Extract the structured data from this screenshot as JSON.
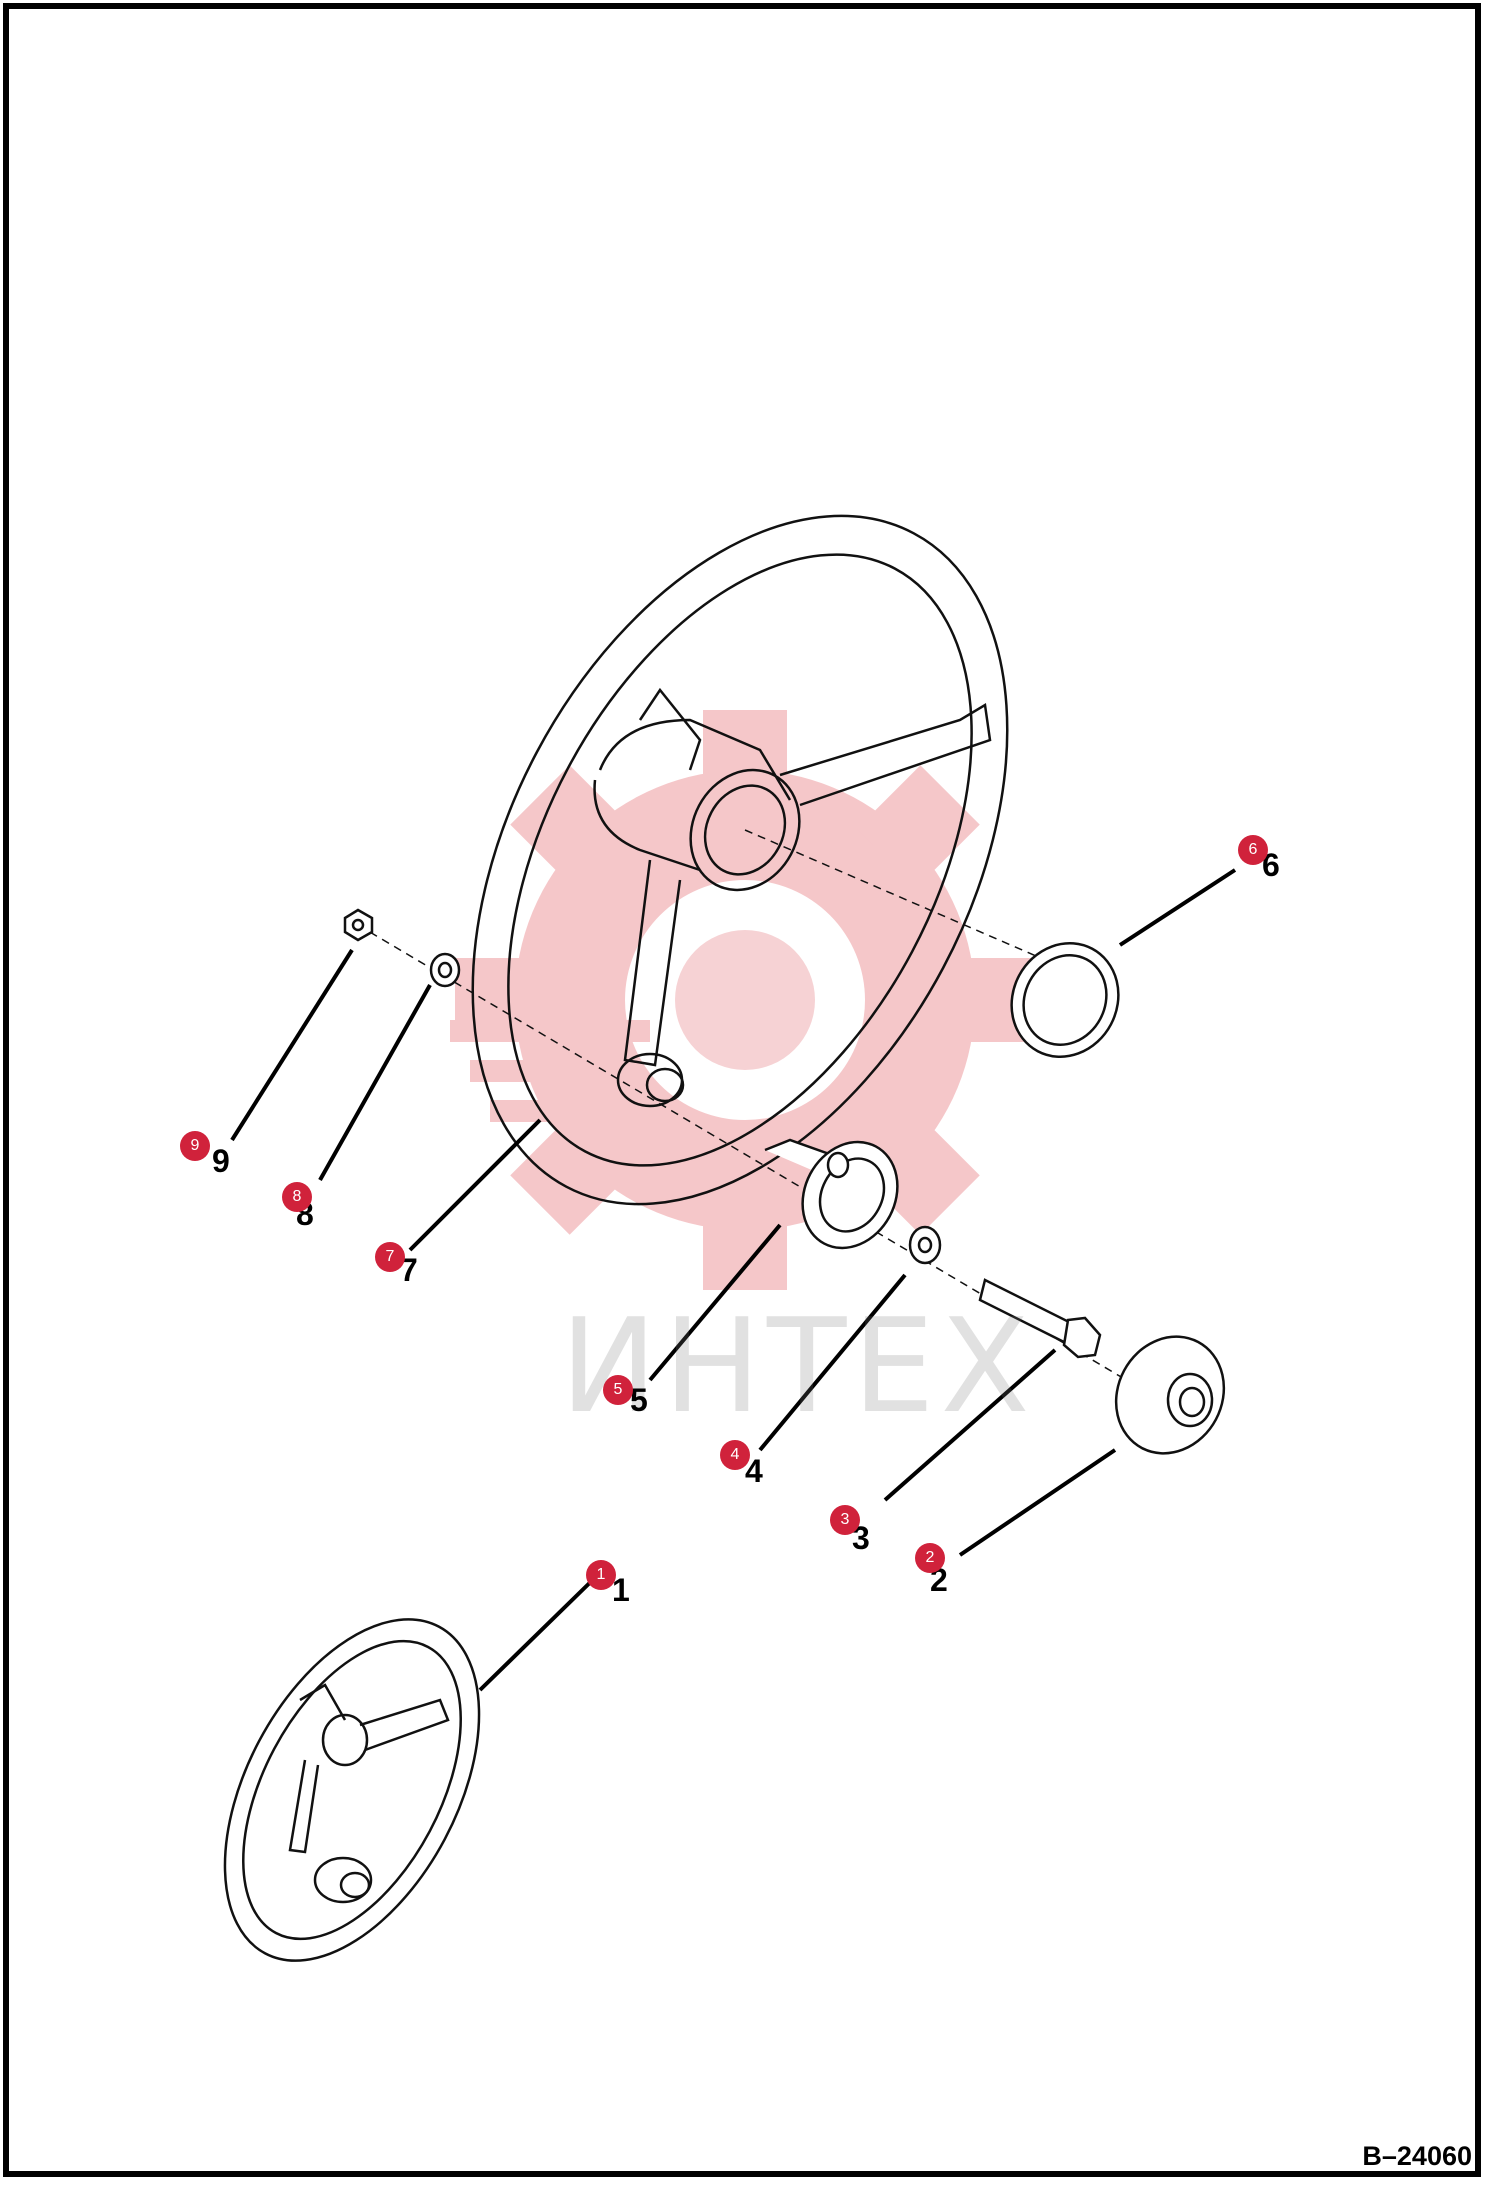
{
  "diagram_ref": "B–24060",
  "watermark": {
    "text": "ИНТЕХ",
    "color": "#f2b5b8"
  },
  "badge_color": "#d0223b",
  "callouts": [
    {
      "number": "1"
    },
    {
      "number": "2"
    },
    {
      "number": "3"
    },
    {
      "number": "4"
    },
    {
      "number": "5"
    },
    {
      "number": "6"
    },
    {
      "number": "7"
    },
    {
      "number": "8"
    },
    {
      "number": "9"
    }
  ]
}
